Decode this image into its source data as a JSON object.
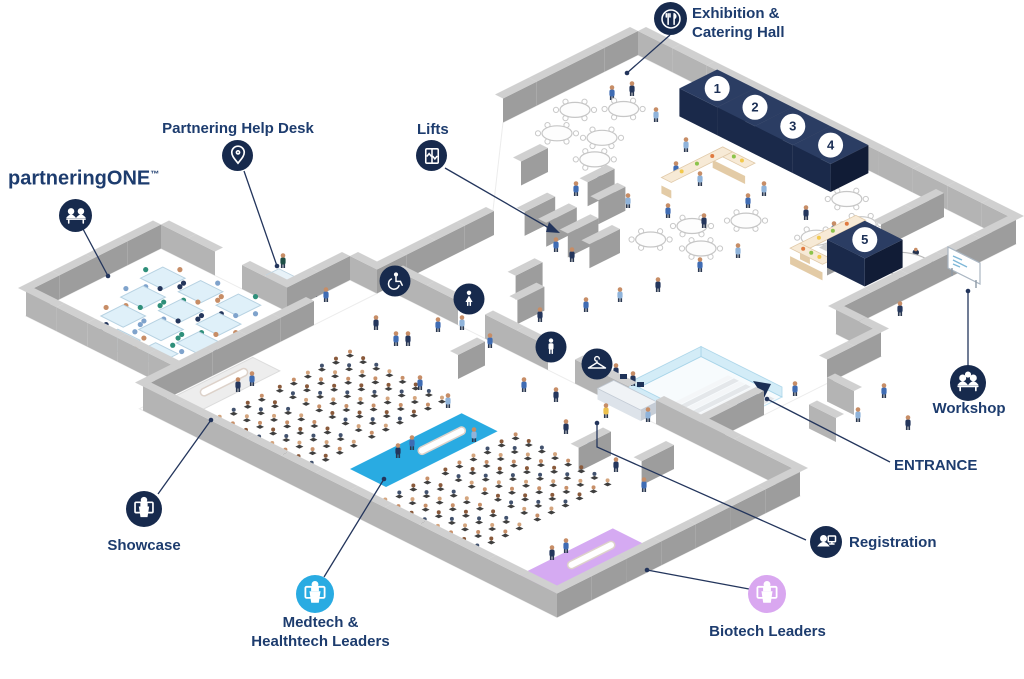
{
  "labels": {
    "exhibition": {
      "line1": "Exhibition &",
      "line2": "Catering Hall"
    },
    "helpdesk": "Partnering Help Desk",
    "lifts": "Lifts",
    "partneringone": {
      "name": "partneringONE",
      "tm": "™"
    },
    "workshop": "Workshop",
    "entrance": "ENTRANCE",
    "registration": "Registration",
    "showcase": "Showcase",
    "medtech": {
      "line1": "Medtech &",
      "line2": "Healthtech Leaders"
    },
    "biotech": "Biotech Leaders"
  },
  "booth_numbers": [
    "1",
    "2",
    "3",
    "4",
    "5"
  ],
  "map_icon_names": [
    "wheelchair-icon",
    "female-wc-icon",
    "male-wc-icon",
    "coat-hanger-icon"
  ],
  "colors": {
    "label_text": "#1d3c6e",
    "icon_navy": "#172a4d",
    "medtech_blue": "#29abe2",
    "biotech_purple": "#d9a7f0",
    "stage_blue": "#29abe2",
    "stage_purple": "#d5aaf2",
    "box_navy_top": "#2b3d63",
    "box_navy_dark": "#111c36",
    "box_navy_mid": "#1a294a",
    "wall_top": "#d0d0d0",
    "wall_face_u": "#b4b4b4",
    "wall_face_v": "#9d9d9d",
    "line": "#23355c"
  }
}
